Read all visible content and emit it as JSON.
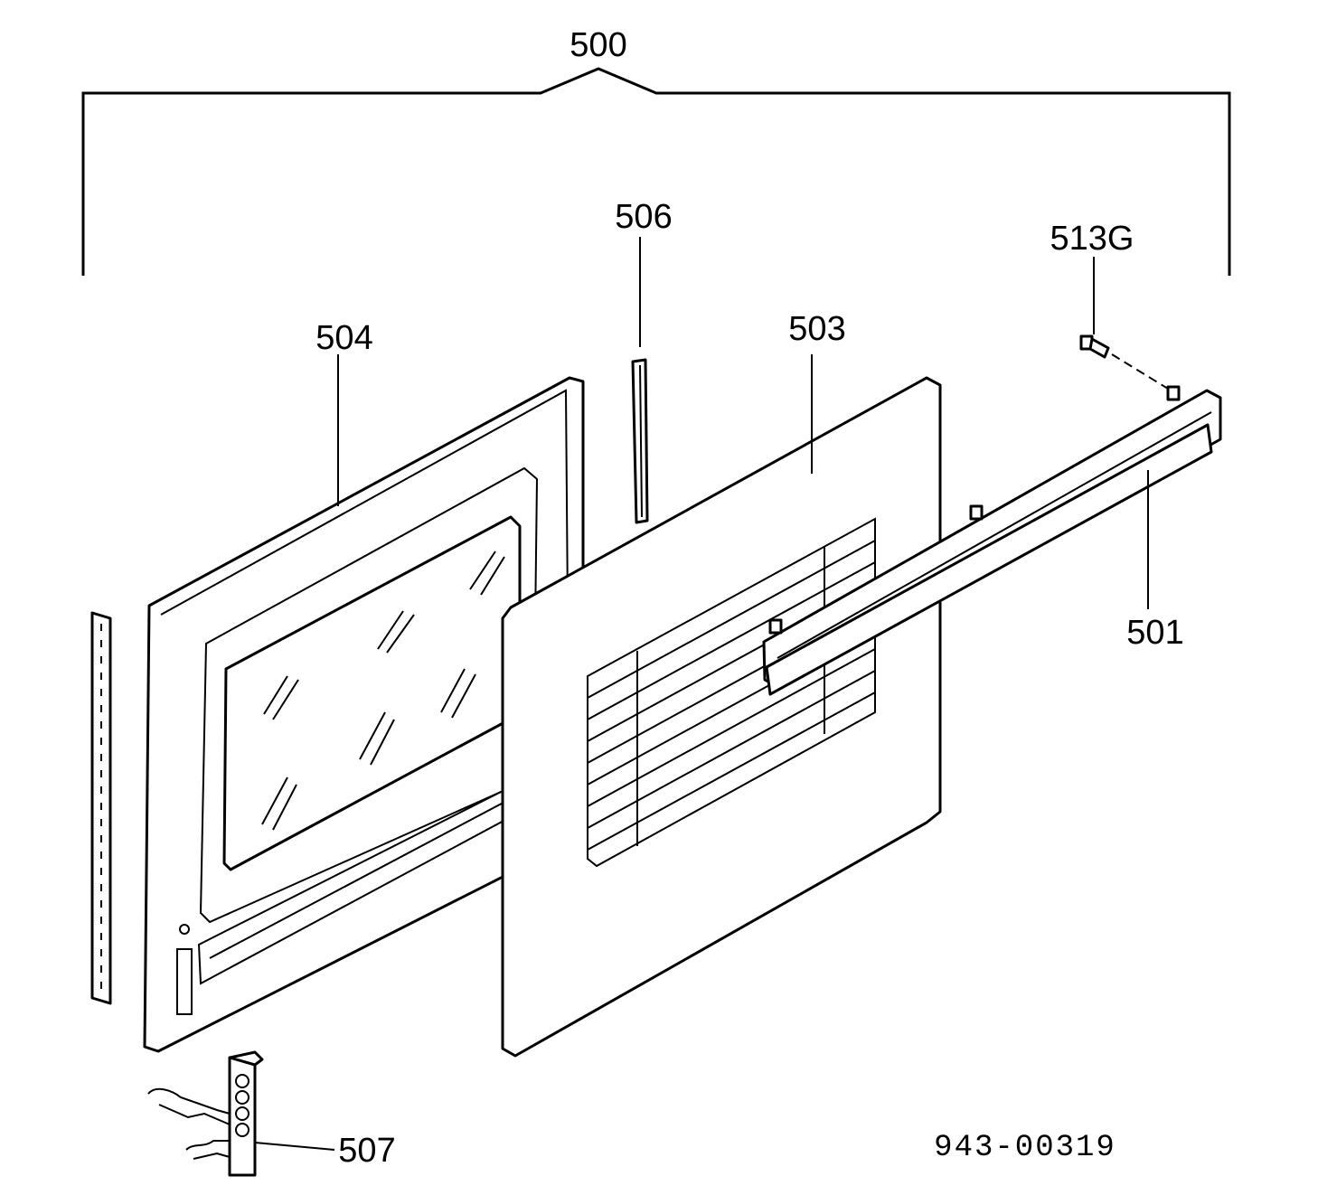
{
  "labels": {
    "assembly": "500",
    "handle": "501",
    "outer_panel": "503",
    "inner_panel": "504",
    "strip": "506",
    "hinge": "507",
    "screw": "513G"
  },
  "diagram_code": "943-00319"
}
